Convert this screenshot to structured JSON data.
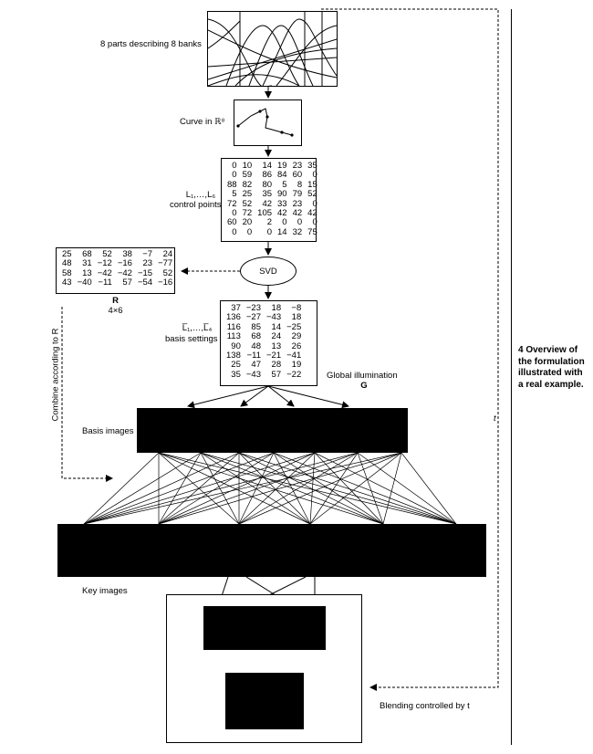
{
  "labels": {
    "parts": "8 parts describing 8 banks",
    "curve": "Curve in ℝ⁸",
    "control_points_vars": "L₁,…,L₆",
    "control_points": "control points",
    "svd": "SVD",
    "r_name": "R",
    "r_dim": "4×6",
    "basis_vars": "L̅₁,…,L̅₄",
    "basis_settings": "basis settings",
    "global_illum": "Global illumination",
    "g_name": "G",
    "combine": "Combine according to R",
    "basis_images": "Basis images",
    "key_images": "Key images",
    "blending": "Blending controlled by t",
    "t_symbol": "t"
  },
  "caption": [
    "4  Overview of",
    "the formulation",
    "illustrated with",
    "a real example."
  ],
  "control_points_matrix": [
    [
      "0",
      "10",
      "14",
      "19",
      "23",
      "35"
    ],
    [
      "0",
      "59",
      "86",
      "84",
      "60",
      "0"
    ],
    [
      "88",
      "82",
      "80",
      "5",
      "8",
      "15"
    ],
    [
      "5",
      "25",
      "35",
      "90",
      "79",
      "52"
    ],
    [
      "72",
      "52",
      "42",
      "33",
      "23",
      "0"
    ],
    [
      "0",
      "72",
      "105",
      "42",
      "42",
      "42"
    ],
    [
      "60",
      "20",
      "2",
      "0",
      "0",
      "0"
    ],
    [
      "0",
      "0",
      "0",
      "14",
      "32",
      "75"
    ]
  ],
  "r_matrix": [
    [
      "25",
      "68",
      "52",
      "38",
      "−7",
      "24"
    ],
    [
      "48",
      "31",
      "−12",
      "−16",
      "23",
      "−77"
    ],
    [
      "58",
      "13",
      "−42",
      "−42",
      "−15",
      "52"
    ],
    [
      "43",
      "−40",
      "−11",
      "57",
      "−54",
      "−16"
    ]
  ],
  "basis_matrix": [
    [
      "37",
      "−23",
      "18",
      "−8"
    ],
    [
      "136",
      "−27",
      "−43",
      "18"
    ],
    [
      "116",
      "85",
      "14",
      "−25"
    ],
    [
      "113",
      "68",
      "24",
      "29"
    ],
    [
      "90",
      "48",
      "13",
      "26"
    ],
    [
      "138",
      "−11",
      "−21",
      "−41"
    ],
    [
      "25",
      "47",
      "28",
      "19"
    ],
    [
      "35",
      "−43",
      "57",
      "−22"
    ]
  ]
}
